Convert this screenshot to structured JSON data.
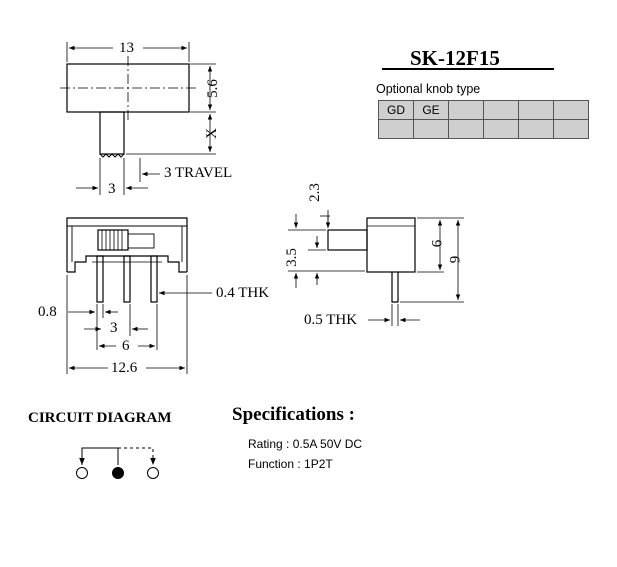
{
  "title": {
    "part_number": "SK-12F15"
  },
  "knob": {
    "caption": "Optional knob type",
    "row1": [
      "GD",
      "GE",
      "",
      "",
      "",
      ""
    ],
    "row2": [
      "",
      "",
      "",
      "",
      "",
      ""
    ]
  },
  "top_view": {
    "width": "13",
    "height": "5.6",
    "knob_height": "X",
    "knob_width": "3",
    "travel": "3  TRAVEL"
  },
  "front_view": {
    "pin_thickness": "0.4  THK",
    "pin_width": "0.8",
    "pitch": "3",
    "pin_span": "6",
    "overall_width": "12.6"
  },
  "side_view": {
    "knob_length": "2.3",
    "knob_offset": "3.5",
    "body_height": "6",
    "overall_height": "9",
    "pin_thickness": "0.5  THK"
  },
  "circuit": {
    "title": "CIRCUIT DIAGRAM"
  },
  "specs": {
    "title": "Specifications :",
    "rating": "Rating : 0.5A 50V DC",
    "function": "Function : 1P2T"
  }
}
